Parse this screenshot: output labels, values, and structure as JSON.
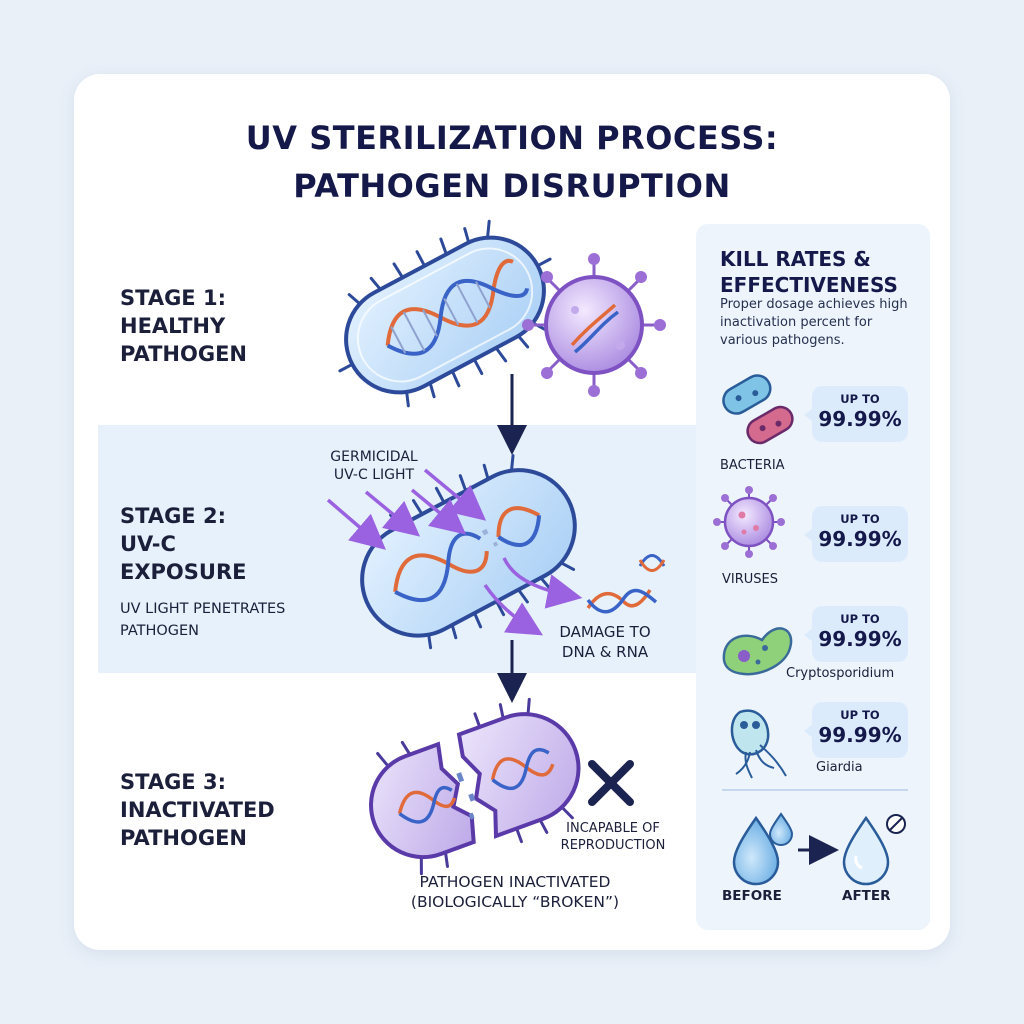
{
  "title": {
    "line1": "UV STERILIZATION PROCESS:",
    "line2": "PATHOGEN DISRUPTION"
  },
  "stages": [
    {
      "lines": [
        "STAGE 1:",
        "HEALTHY",
        "PATHOGEN"
      ]
    },
    {
      "lines": [
        "STAGE 2:",
        "UV-C",
        "EXPOSURE"
      ],
      "sub": [
        "UV LIGHT PENETRATES",
        "PATHOGEN"
      ]
    },
    {
      "lines": [
        "STAGE 3:",
        "INACTIVATED",
        "PATHOGEN"
      ]
    }
  ],
  "labels": {
    "germicidal": [
      "GERMICIDAL",
      "UV-C LIGHT"
    ],
    "damage": [
      "DAMAGE TO",
      "DNA & RNA"
    ],
    "incapable": [
      "INCAPABLE OF",
      "REPRODUCTION"
    ],
    "inactivated": [
      "PATHOGEN INACTIVATED",
      "(BIOLOGICALLY “BROKEN”)"
    ]
  },
  "panel": {
    "title": [
      "KILL RATES &",
      "EFFECTIVENESS"
    ],
    "description": "Proper dosage achieves high inactivation percent for various pathogens.",
    "pathogens": [
      {
        "name": "BACTERIA",
        "up_to": "UP TO",
        "rate": "99.99%"
      },
      {
        "name": "VIRUSES",
        "up_to": "UP TO",
        "rate": "99.99%"
      },
      {
        "name": "Cryptosporidium",
        "up_to": "UP TO",
        "rate": "99.99%"
      },
      {
        "name": "Giardia",
        "up_to": "UP TO",
        "rate": "99.99%"
      }
    ],
    "before": "BEFORE",
    "after": "AFTER"
  },
  "colors": {
    "navy": "#1b2350",
    "bacteria_fill": "#cfe6fb",
    "bacteria_stroke": "#3b5bb0",
    "virus": "#9c6fd6",
    "uv_arrow": "#9a62e0",
    "inactive_fill": "#d8ccf2",
    "bubble": "#dcebfb",
    "water": "#66aee6"
  },
  "icons": [
    "bacterium-icon",
    "virus-icon",
    "dna-icon",
    "uv-arrow-icon",
    "x-mark-icon",
    "water-drop-icon",
    "prohibited-icon",
    "arrow-right-icon"
  ]
}
